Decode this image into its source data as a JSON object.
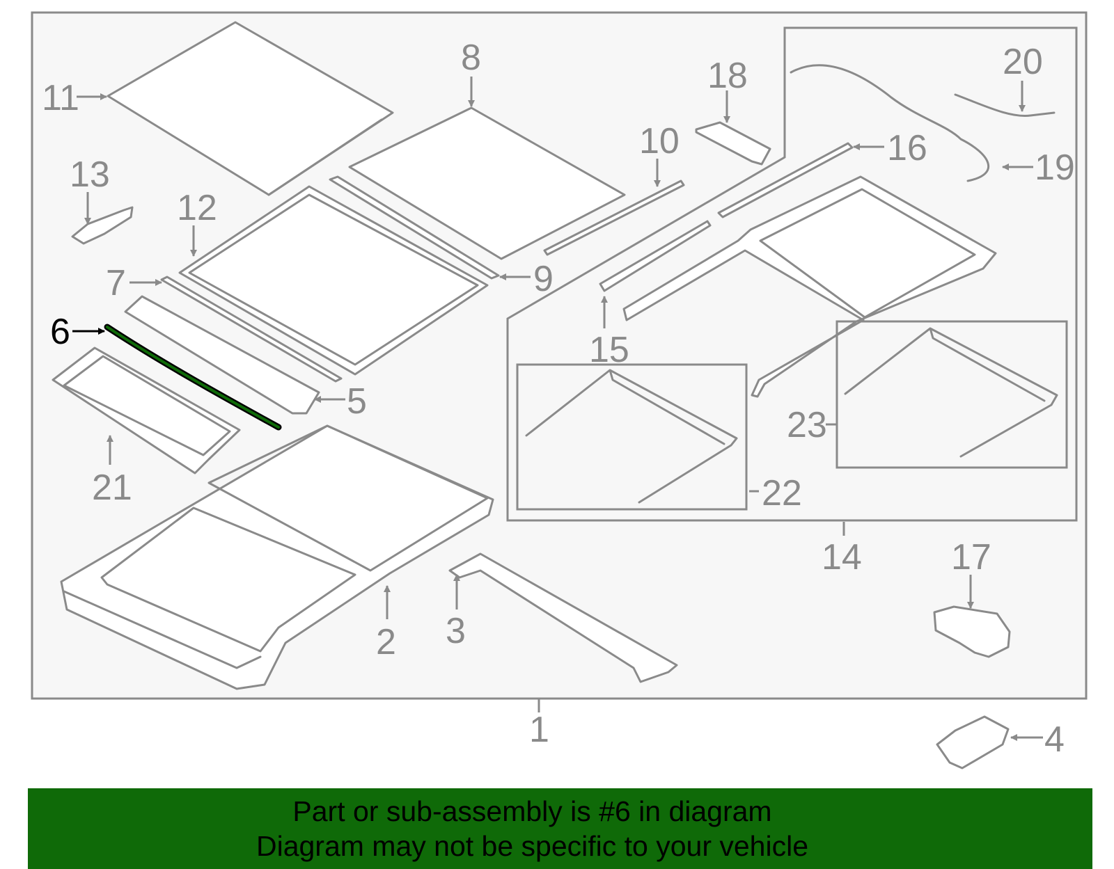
{
  "diagram": {
    "callouts": [
      "1",
      "2",
      "3",
      "4",
      "5",
      "6",
      "7",
      "8",
      "9",
      "10",
      "11",
      "12",
      "13",
      "14",
      "15",
      "16",
      "17",
      "18",
      "19",
      "20",
      "21",
      "22",
      "23"
    ],
    "highlighted_part": "6",
    "colors": {
      "line": "#8a8a8a",
      "background": "#f7f7f7",
      "highlight": "#0f6a08",
      "banner": "#0f6a08"
    }
  },
  "banner": {
    "line1": "Part or sub-assembly is #6 in diagram",
    "line2": "Diagram may not be specific to your vehicle"
  }
}
